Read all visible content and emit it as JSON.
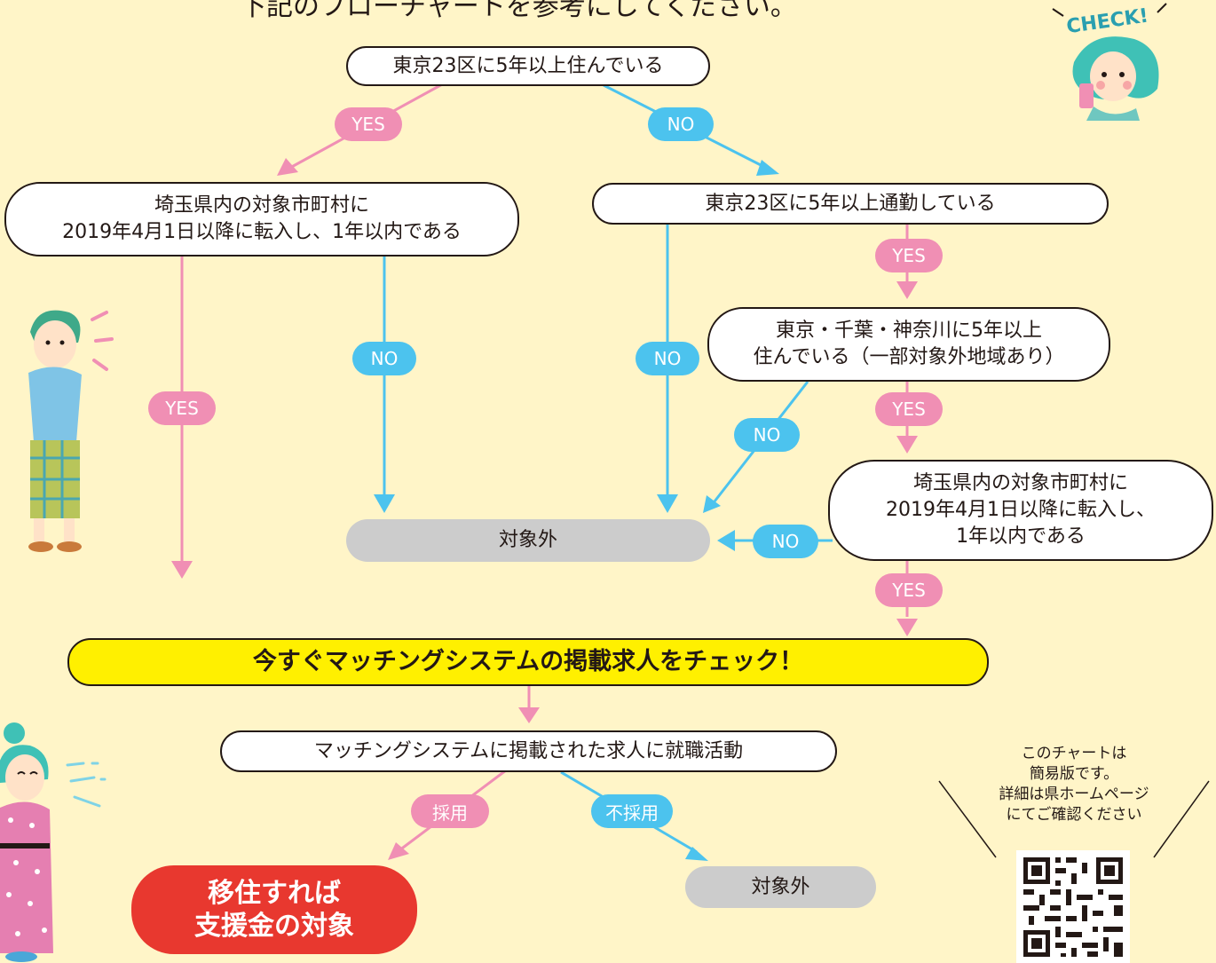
{
  "heading": "下記のフローチャートを参考にしてください。",
  "illustration": {
    "check_text": "CHECK!"
  },
  "nodes": {
    "start": "東京23区に5年以上住んでいる",
    "saitama_left": "埼玉県内の対象市町村に\n2019年4月1日以降に転入し、1年以内である",
    "commute": "東京23区に5年以上通勤している",
    "tokyo_area": "東京・千葉・神奈川に5年以上\n住んでいる（一部対象外地域あり）",
    "saitama_right": "埼玉県内の対象市町村に\n2019年4月1日以降に転入し、\n1年以内である",
    "excluded": "対象外",
    "check_jobs": "今すぐマッチングシステムの掲載求人をチェック！",
    "job_hunt": "マッチングシステムに掲載された求人に就職活動",
    "eligible": "移住すれば\n支援金の対象",
    "excluded_bottom": "対象外"
  },
  "badges": {
    "yes": "YES",
    "no": "NO",
    "hired": "採用",
    "not_hired": "不採用"
  },
  "note": "このチャートは\n簡易版です。\n詳細は県ホームページ\nにてご確認ください",
  "colors": {
    "background": "#fff5c8",
    "pink": "#f08fb4",
    "blue": "#4cc3ee",
    "grey": "#cccccc",
    "yellow": "#fff000",
    "red": "#e8382f"
  }
}
